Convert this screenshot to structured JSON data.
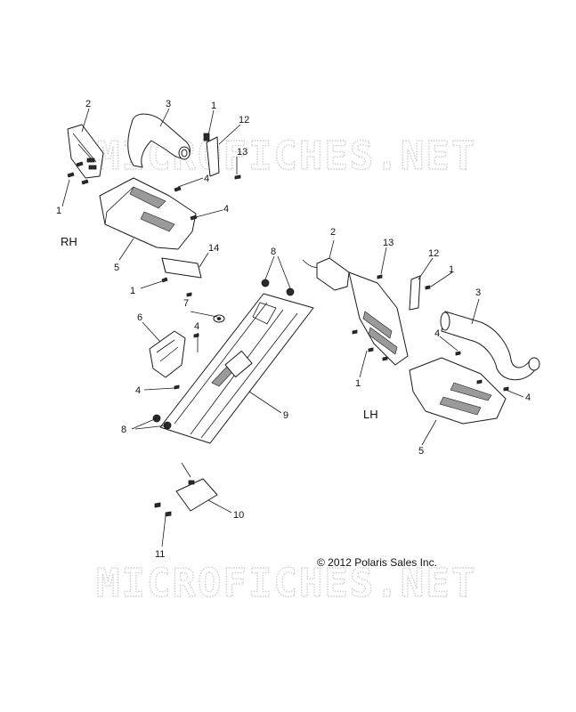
{
  "watermark": {
    "text": "MICROFICHES.NET"
  },
  "copyright": "© 2012 Polaris Sales Inc.",
  "sides": {
    "rh": "RH",
    "lh": "LH"
  },
  "callouts": [
    "1",
    "2",
    "3",
    "4",
    "5",
    "6",
    "7",
    "8",
    "9",
    "10",
    "11",
    "12",
    "13",
    "14"
  ]
}
